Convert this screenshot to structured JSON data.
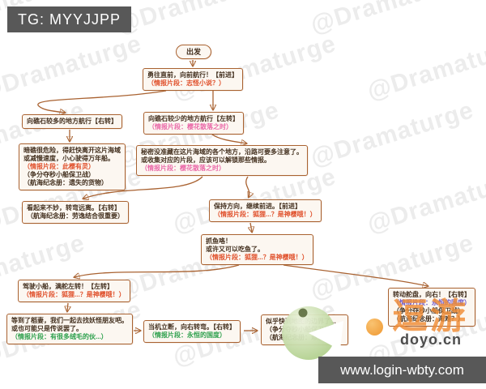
{
  "badge": {
    "text": "TG: MYYJJPP"
  },
  "watermark": {
    "text": "@Dramaturge"
  },
  "footer": {
    "url": "www.login-wbty.com"
  },
  "logo": {
    "brand_cn": "逗游",
    "brand_domain": "doyo.cn"
  },
  "colors": {
    "node_border": "#a96231",
    "node_fill": "#fcf7f1",
    "text_main": "#43301f",
    "text_red": "#e0512c",
    "text_pink": "#ea69a8",
    "text_green": "#2fa14e",
    "text_purple": "#7059c9",
    "badge_bg": "#585858",
    "footer_bg": "#585858",
    "logo_orange": "#ef8b33"
  },
  "flowchart": {
    "nodes": {
      "start": {
        "lines": [
          "出发"
        ]
      },
      "sail_forward": {
        "lines": [
          "勇往直前，向前航行！【前进】",
          "（情报片段：志怪小说？）"
        ]
      },
      "more_reefs": {
        "lines": [
          "向礁石较多的地方航行【右转】"
        ]
      },
      "fewer_reefs": {
        "lines": [
          "向礁石较少的地方航行【左转】",
          "（情报片段：樱花散落之时）"
        ]
      },
      "reef_danger": {
        "lines": [
          "暗礁很危险，得赶快离开这片海域",
          "或减慢速度，小心驶得万年船。",
          "（情报片段：此樱有灵）",
          "（争分夺秒小船保卫战）",
          "（航海纪念册：遗失的货物）"
        ]
      },
      "hidden_secret": {
        "lines": [
          "秘密没准藏在这片海域的各个地方，沿路可要多注意了。",
          "或收集对应的片段，应该可以解锁那些情报。",
          "（情报片段：樱花散落之时）"
        ]
      },
      "turn_away": {
        "lines": [
          "看起来不妙，转弯远离。【右转】",
          "（航海纪念册：劳逸结合很重要）"
        ]
      },
      "keep_forward": {
        "lines": [
          "保持方向，继续前进。【前进】",
          "（情报片段：狐狸...？是神樱哦！）"
        ]
      },
      "catch_fish": {
        "lines": [
          "抓鱼咯！",
          "或许又可以吃鱼了。",
          "（情报片段：狐狸...？是神樱哦！）"
        ]
      },
      "rudder_left": {
        "lines": [
          "驾驶小船，满舵左转！【左转】",
          "（情报片段：狐狸...？是神樱哦！）"
        ]
      },
      "inazuma_friends": {
        "lines": [
          "等到了稻妻，我们一起去找妖怪朋友吧。",
          "或也可能只是传说罢了。",
          "（情报片段：有很多绒毛的伙...）"
        ]
      },
      "decisive_right": {
        "lines": [
          "当机立断，向右转弯。【右转】",
          "（情报片段：永恒的国度）"
        ]
      },
      "map_edge": {
        "lines": [
          "似乎快到地图的边界了...",
          "（争分夺秒小船保卫战）",
          "（航海纪念册：悬崖峭壁）"
        ]
      },
      "wheel_right": {
        "lines": [
          "转动舵盘，向右！【右转】",
          "（情报片段：永恒的国度）",
          "（争分夺秒小船保卫战）",
          "（航海纪念册：海难？）"
        ]
      }
    }
  }
}
